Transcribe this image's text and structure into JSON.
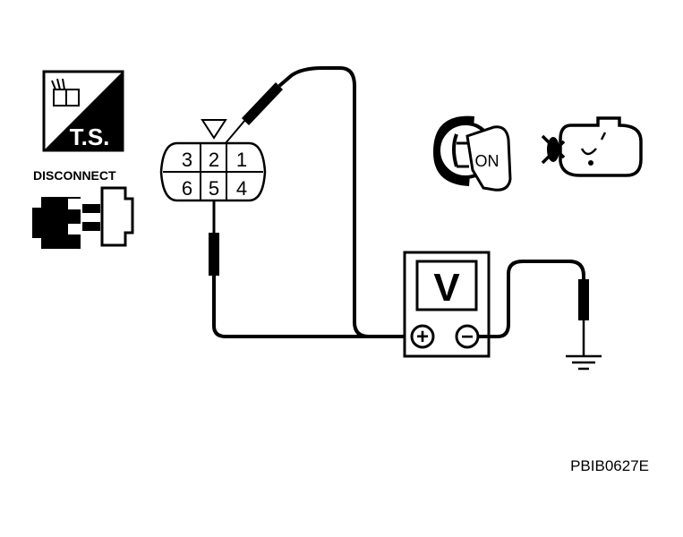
{
  "ts_icon": {
    "label": "T.S."
  },
  "disconnect_icon": {
    "label": "DISCONNECT"
  },
  "connector": {
    "pins_top": [
      "3",
      "2",
      "1"
    ],
    "pins_bottom": [
      "6",
      "5",
      "4"
    ]
  },
  "ignition": {
    "label": "ON"
  },
  "voltmeter": {
    "display": "V",
    "positive": "+",
    "negative": "−"
  },
  "figure_code": "PBIB0627E",
  "colors": {
    "ink": "#000000",
    "paper": "#ffffff"
  }
}
